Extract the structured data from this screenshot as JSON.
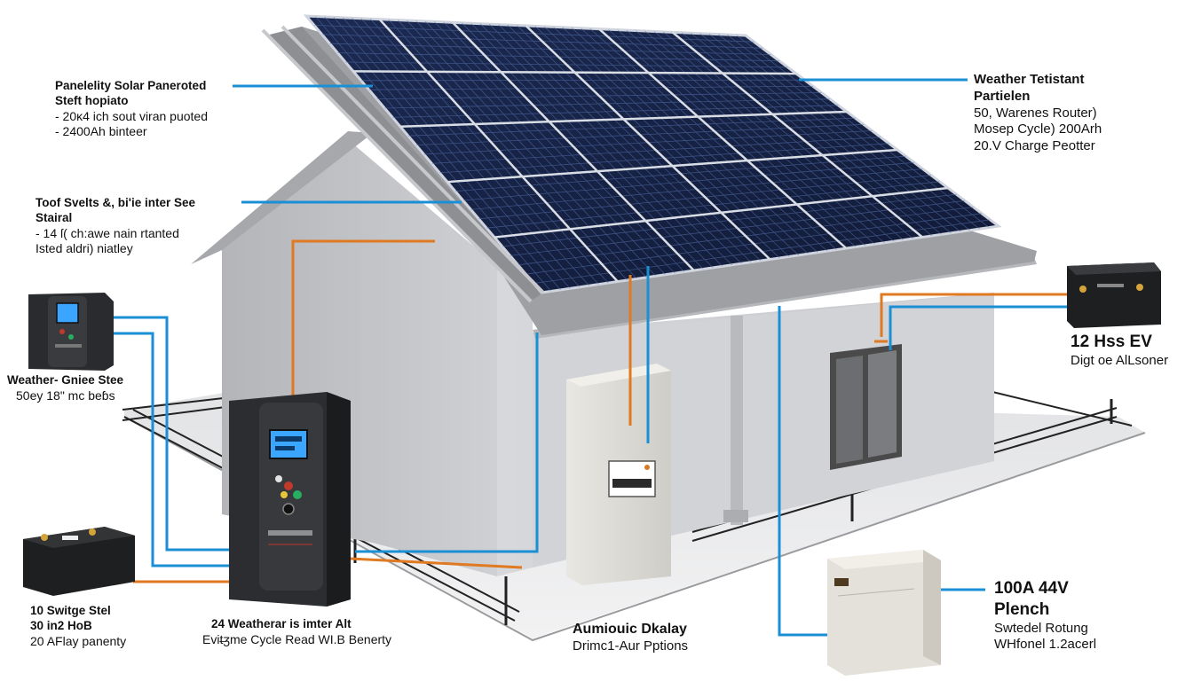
{
  "labels": {
    "solar_panels": {
      "lines": [
        "Panelelity Solar Paneroted",
        "Steft hopiato"
      ],
      "details": [
        "- 20ᴋ4 ich sout viran puoted",
        "- 2400Ah binteer"
      ]
    },
    "roof_system": {
      "lines": [
        "Toof Svelts &, bi'ie inter See",
        "Stairal"
      ],
      "details": [
        "- 14 ſ( ch:awe nain rtanted",
        "Isted aldri) niatley"
      ]
    },
    "weather_left": {
      "lines": [
        "Weather- Gniee Stee"
      ],
      "details": [
        "50ey 18\" mc beɓs"
      ]
    },
    "battery_left": {
      "lines": [
        "10 Switge Stel",
        "30 in2 HoB"
      ],
      "details": [
        "20 AFlay panenty"
      ]
    },
    "inverter": {
      "lines": [
        "24 Weatherar is imter Alt"
      ],
      "details": [
        "Evit̶ʒme Cycle Read WI.B Benerty"
      ]
    },
    "display": {
      "lines": [
        "Aumiouic Dkalay"
      ],
      "details": [
        "Drimc1-Aur Pptions"
      ]
    },
    "weather_right": {
      "lines": [
        "Weather Tetistant",
        "Partielen"
      ],
      "details": [
        "50, Warenes Router)",
        "Mosep Cycle) 200Arh",
        "20.V Charge Peotter"
      ]
    },
    "ev_charger": {
      "lines": [
        "12 Hss EV"
      ],
      "details": [
        "Digt oe AlLsoner"
      ]
    },
    "battery_right": {
      "lines": [
        "100A 44V",
        "Plench"
      ],
      "details": [
        "Swtedel Rotung",
        "WHfonel 1.2acerl"
      ]
    }
  },
  "colors": {
    "wire_blue": "#1b8fd6",
    "wire_orange": "#e07a22",
    "panel": "#1a2344",
    "panel_grid": "#4d6cae",
    "wall": "#c9cacd",
    "wall_side": "#b8b9bc",
    "roof": "#a7a9ad",
    "device_dark": "#262729",
    "screen": "#3aa6ff"
  },
  "icons": [
    "solar-panel-icon",
    "inverter-icon",
    "battery-icon",
    "charge-controller-icon",
    "ev-charger-icon",
    "meter-icon"
  ]
}
